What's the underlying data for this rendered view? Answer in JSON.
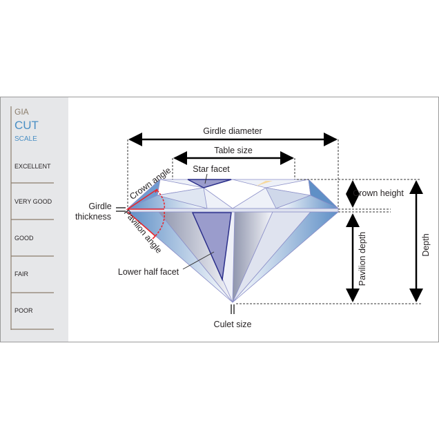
{
  "scale": {
    "title_line1": "GIA",
    "title_line2": "CUT",
    "title_line3": "SCALE",
    "grades": [
      "EXCELLENT",
      "VERY GOOD",
      "GOOD",
      "FAIR",
      "POOR"
    ]
  },
  "labels": {
    "girdle_diameter": "Girdle diameter",
    "table_size": "Table size",
    "star_facet": "Star facet",
    "crown_angle": "Crown angle",
    "pavilion_angle": "Pavilion angle",
    "girdle_line1": "Girdle",
    "girdle_line2": "thickness",
    "lower_half_facet": "Lower half facet",
    "culet_size": "Culet size",
    "crown_height": "Crown height",
    "pavilion_depth": "Pavilion depth",
    "depth": "Depth"
  },
  "colors": {
    "scale_gray": "#8b7d6b",
    "scale_blue": "#4a8fc4",
    "panel_bg": "#e6e7e9",
    "angle_red": "#e8262d",
    "facet_dark": "#9a9ccc"
  }
}
